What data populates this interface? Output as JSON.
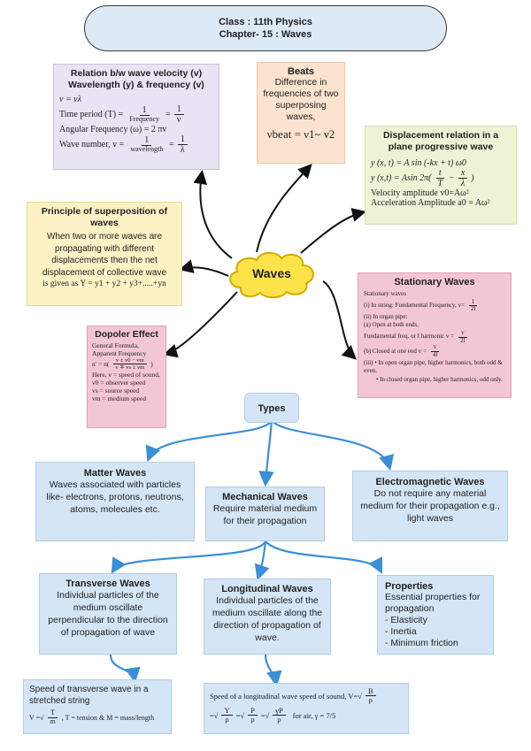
{
  "header": {
    "line1": "Class : 11th Physics",
    "line2": "Chapter- 15 : Waves"
  },
  "center": {
    "label": "Waves"
  },
  "relation": {
    "title1": "Relation b/w wave velocity (v)",
    "title2": "Wavelength (y) & frequency (v)",
    "l1": "v = vλ",
    "l2_lhs": "Time period (T) =",
    "l2_num": "1",
    "l2_den": "Frequency",
    "l2_eq": "=",
    "l2_n2": "1",
    "l2_d2": "v",
    "l3": "Angular Frequency (ω) = 2 πv",
    "l4_lhs": "Wave number, v =",
    "l4_num": "1",
    "l4_den": "wavelength",
    "l4_eq": "=",
    "l4_n2": "1",
    "l4_d2": "λ"
  },
  "beats": {
    "title": "Beats",
    "body": "Difference in frequencies of two superposing waves,",
    "formula": "νbeat = ν1~ ν2"
  },
  "displacement": {
    "title": "Displacement relation in a plane progressive wave",
    "l1": "y (x, t) = A sin (-kx + t) ω0",
    "l2_lhs": "y (x,t) = Asin 2π",
    "l2_n1": "t",
    "l2_d1": "T",
    "l2_minus": "−",
    "l2_n2": "x",
    "l2_d2": "λ",
    "l3": "Velocity amplitude v0=Aω²",
    "l4": "Acceleration Amplitude a0 = Aω²"
  },
  "superposition": {
    "title": "Principle of superposition of waves",
    "body": "When two or more waves are propagating with different displacements then the net displacement of collective wave",
    "formula": "is given as Y = y1 + y2 + y3+.....+yn"
  },
  "stationary": {
    "title": "Stationary Waves",
    "l1": "Stationary waves",
    "l2": "(i) In string: Fundamental Frequency, v=",
    "l2_n": "1",
    "l2_d": "2l",
    "l3": "(ii) In organ pipe:",
    "l4": "(a) Open at both ends,",
    "l5": "Fundamental freq. or I harmonic v =",
    "l5_n": "v",
    "l5_d": "2l",
    "l6": "(b) Closed at one end v =",
    "l6_n": "v",
    "l6_d": "4l",
    "l7": "(iii) • In open organ pipe, higher harmonics, both odd & even.",
    "l8": "• In closed organ pipe, higher harmonics, odd only."
  },
  "doppler": {
    "title": "Dopoler Effect",
    "l1": "General Formula, Apparent Frequency",
    "l2": "n' = n",
    "l2_num": "v ± v0 − vm",
    "l2_den": "v ∓ vs ± vm",
    "l3": "Here, v = speed of sound,",
    "l4": "v0 = observer speed",
    "l5": "vs = source speed",
    "l6": "vm = medium speed"
  },
  "types": {
    "label": "Types"
  },
  "matter": {
    "title": "Matter Waves",
    "body": "Waves associated with particles like- electrons, protons, neutrons, atoms, molecules etc."
  },
  "mechanical": {
    "title": "Mechanical Waves",
    "body": "Require material medium for their propagation"
  },
  "em": {
    "title": "Electromagnetic Waves",
    "body": "Do not require any material medium for their propagation e.g., light waves"
  },
  "transverse": {
    "title": "Transverse Waves",
    "body": "Individual particles of the medium oscillate perpendicular to the direction of propagation of wave"
  },
  "longitudinal": {
    "title": "Longitudinal Waves",
    "body": "Individual particles of the medium oscillate along the direction of propagation of wave."
  },
  "properties": {
    "title": "Properties",
    "body": "Essential properties for propagation",
    "items": [
      "- Elasticity",
      "- Inertia",
      "- Minimum friction"
    ]
  },
  "speed_transverse": {
    "title": "Speed of transverse wave in a stretched string",
    "formula_lhs": "V =",
    "formula_n": "T",
    "formula_d": "m",
    "formula_rest": ", T = tension & M = mass/length"
  },
  "speed_longitudinal": {
    "title": "Speed of a longitudinal wave speed of sound, V=",
    "t_n": "B",
    "t_d": "ρ",
    "f_eq": "=",
    "f_n1": "Y",
    "f_d1": "ρ",
    "f_n2": "P",
    "f_d2": "ρ",
    "f_n3": "γP",
    "f_d3": "ρ",
    "f_rest": "for air, γ = 7/5"
  }
}
